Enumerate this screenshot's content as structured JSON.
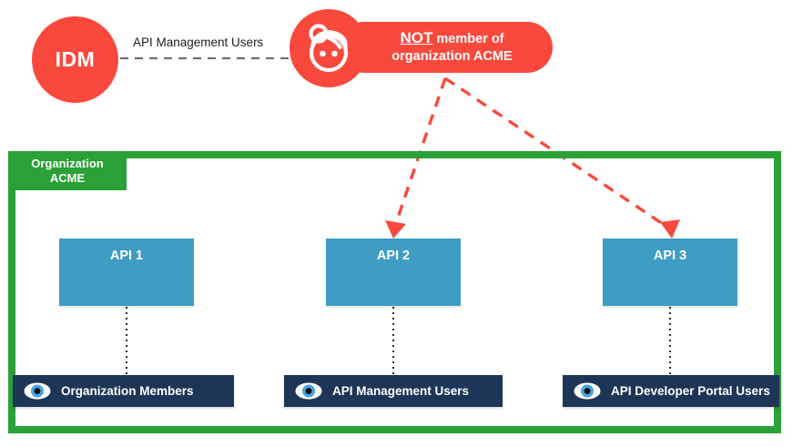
{
  "diagram": {
    "idm": {
      "label": "IDM",
      "color": "#f9493d"
    },
    "edge_label": "API Management Users",
    "callout": {
      "emphasis": "NOT",
      "text": " member of",
      "line2": "organization ACME",
      "color": "#f9493d",
      "avatar_icon": "person-avatar-icon"
    },
    "organization": {
      "tab_label": "Organization\nACME",
      "border_color": "#2aa037"
    },
    "apis": [
      {
        "label": "API 1",
        "color": "#3f9cc4"
      },
      {
        "label": "API 2",
        "color": "#3f9cc4"
      },
      {
        "label": "API 3",
        "color": "#3f9cc4"
      }
    ],
    "roles": [
      {
        "label": "Organization Members",
        "icon": "eye-icon",
        "color": "#1d3557"
      },
      {
        "label": "API Management Users",
        "icon": "eye-icon",
        "color": "#1d3557"
      },
      {
        "label": "API Developer Portal Users",
        "icon": "eye-icon",
        "color": "#1d3557"
      }
    ],
    "arrows": {
      "color": "#f9493d",
      "style": "dashed",
      "targets": [
        "API 2",
        "API 3"
      ]
    }
  }
}
